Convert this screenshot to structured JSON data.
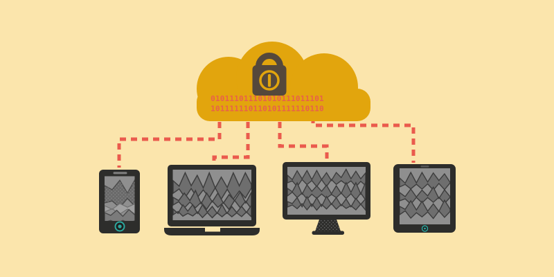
{
  "illustration": {
    "name": "cloud-data-security-devices",
    "cloud": {
      "icon": "cloud-icon",
      "lock_icon": "padlock-icon",
      "binary_line_1": "010111011101010111011101",
      "binary_line_2": "101111110110101111110110"
    },
    "connections": [
      {
        "from": "cloud",
        "to": "smartphone",
        "style": "dashed"
      },
      {
        "from": "cloud",
        "to": "laptop",
        "style": "dashed"
      },
      {
        "from": "cloud",
        "to": "monitor",
        "style": "dashed"
      },
      {
        "from": "cloud",
        "to": "tablet",
        "style": "dashed"
      }
    ],
    "devices": [
      {
        "name": "smartphone",
        "icon": "smartphone-icon",
        "screen_content": "waveform-static"
      },
      {
        "name": "laptop",
        "icon": "laptop-icon",
        "screen_content": "waveform-static"
      },
      {
        "name": "monitor",
        "icon": "monitor-icon",
        "screen_content": "waveform-static"
      },
      {
        "name": "tablet",
        "icon": "tablet-icon",
        "screen_content": "waveform-static"
      }
    ],
    "colors": {
      "background": "#FBE5AC",
      "cloud": "#E2A50D",
      "binary_text": "#E8604B",
      "dashed_line": "#EA5B4D",
      "lock_body": "#55483B",
      "device_body": "#2D2D2B",
      "device_screen": "#8F8F8F",
      "waveform": "#6E6E6E",
      "waveform_stroke": "#3D3D3D",
      "accent_teal": "#2CA89E"
    }
  }
}
